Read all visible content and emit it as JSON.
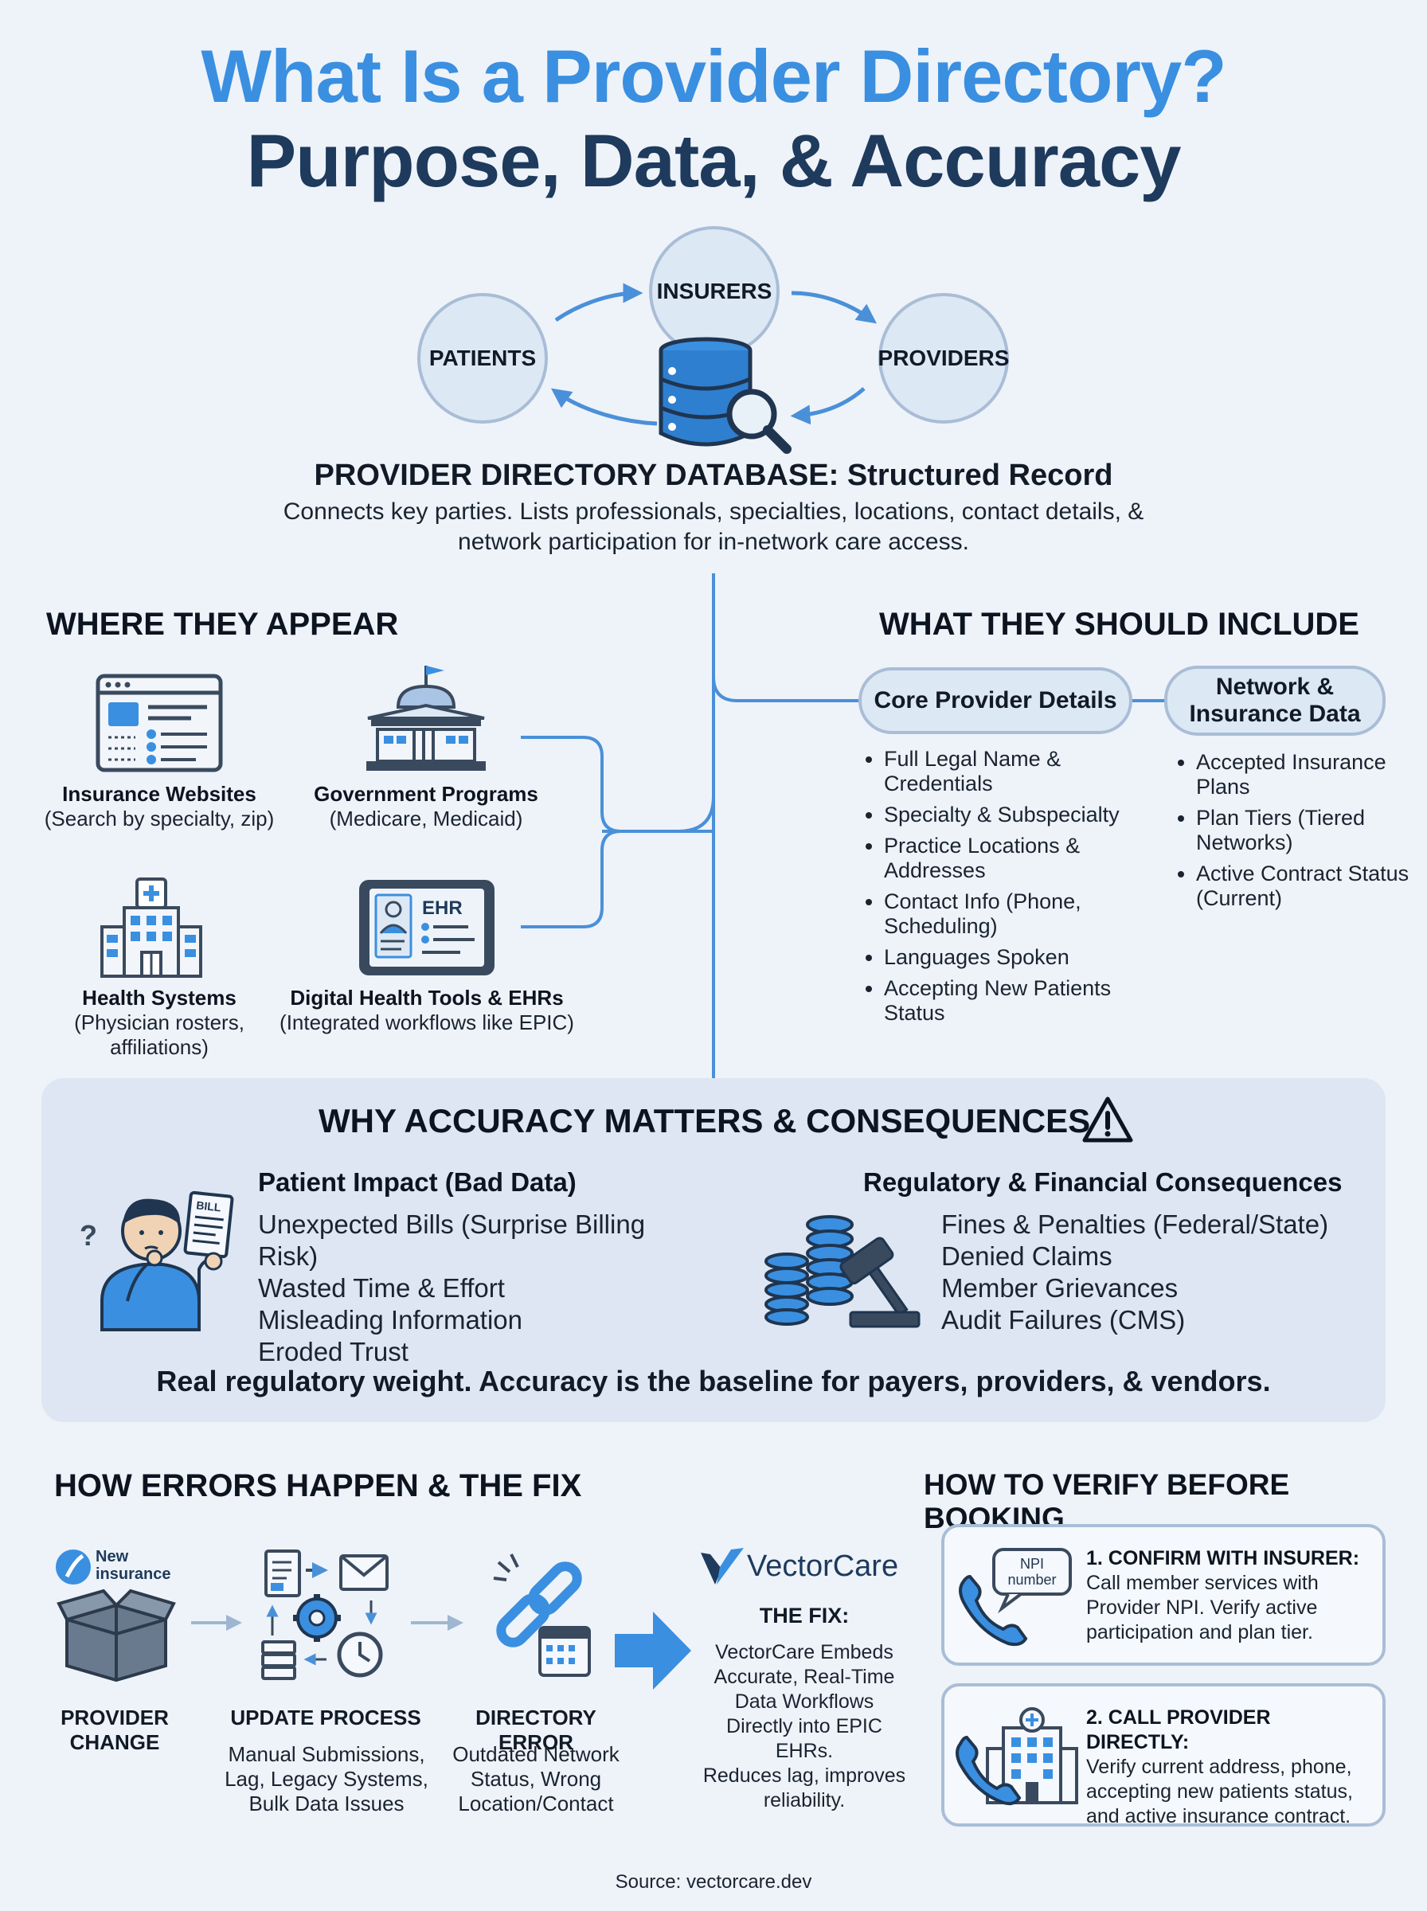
{
  "header": {
    "title_line1": "What Is a Provider Directory?",
    "title_line2": "Purpose, Data, & Accuracy"
  },
  "hub": {
    "insurers": "INSURERS",
    "patients": "PATIENTS",
    "providers": "PROVIDERS",
    "db_title": "PROVIDER DIRECTORY DATABASE: Structured Record",
    "db_desc": "Connects key parties. Lists professionals, specialties, locations, contact details, & network participation for in-network care access."
  },
  "where": {
    "heading": "WHERE THEY APPEAR",
    "items": [
      {
        "title": "Insurance Websites",
        "desc": "(Search by specialty, zip)",
        "icon": "browser-icon"
      },
      {
        "title": "Government Programs",
        "desc": "(Medicare, Medicaid)",
        "icon": "government-building-icon"
      },
      {
        "title": "Health Systems",
        "desc": "(Physician rosters, affiliations)",
        "icon": "hospital-icon"
      },
      {
        "title": "Digital Health Tools & EHRs",
        "desc": "(Integrated workflows like EPIC)",
        "icon": "tablet-ehr-icon"
      }
    ],
    "ehr_label": "EHR"
  },
  "include": {
    "heading": "WHAT THEY SHOULD INCLUDE",
    "core_title": "Core Provider Details",
    "core_items": [
      "Full Legal Name & Credentials",
      "Specialty & Subspecialty",
      "Practice Locations & Addresses",
      "Contact Info (Phone, Scheduling)",
      "Languages Spoken",
      "Accepting New Patients Status"
    ],
    "network_title": "Network & Insurance Data",
    "network_items": [
      "Accepted Insurance Plans",
      "Plan Tiers (Tiered Networks)",
      "Active Contract Status (Current)"
    ]
  },
  "accuracy": {
    "heading": "WHY ACCURACY MATTERS & CONSEQUENCES",
    "patient_title": "Patient Impact (Bad Data)",
    "patient_items": [
      "Unexpected Bills (Surprise Billing Risk)",
      "Wasted Time & Effort",
      "Misleading Information",
      "Eroded Trust"
    ],
    "bill_label": "BILL",
    "reg_title": "Regulatory & Financial Consequences",
    "reg_items": [
      "Fines & Penalties (Federal/State)",
      "Denied Claims",
      "Member Grievances",
      "Audit Failures (CMS)"
    ],
    "tagline": "Real regulatory weight. Accuracy is the baseline for payers, providers, & vendors."
  },
  "errors": {
    "heading": "HOW ERRORS HAPPEN & THE FIX",
    "logo_line1": "New",
    "logo_line2": "insurance",
    "steps": [
      {
        "title": "PROVIDER CHANGE",
        "desc": ""
      },
      {
        "title": "UPDATE PROCESS",
        "desc": "Manual Submissions, Lag, Legacy Systems, Bulk Data Issues"
      },
      {
        "title": "DIRECTORY ERROR",
        "desc": "Outdated Network Status, Wrong Location/Contact"
      }
    ],
    "brand": "VectorCare",
    "fix_title": "THE FIX:",
    "fix_desc1": "VectorCare Embeds Accurate, Real-Time Data Workflows Directly into EPIC EHRs.",
    "fix_desc2": "Reduces lag, improves reliability."
  },
  "verify": {
    "heading": "HOW TO VERIFY BEFORE BOOKING",
    "npi_line1": "NPI",
    "npi_line2": "number",
    "step1_title": "1. CONFIRM WITH INSURER:",
    "step1_desc": "Call member services with Provider NPI. Verify active participation and plan tier.",
    "step2_title": "2. CALL PROVIDER DIRECTLY:",
    "step2_desc": "Verify current address, phone, accepting new patients status, and active insurance contract."
  },
  "footer": {
    "source": "Source: vectorcare.dev"
  },
  "colors": {
    "accent_blue": "#3a8fe0",
    "navy": "#1e3a5c",
    "line_blue": "#4a90d9",
    "icon_dark": "#3a4a5e",
    "panel_bg": "#dde6f2",
    "page_bg": "#eef3f9"
  }
}
